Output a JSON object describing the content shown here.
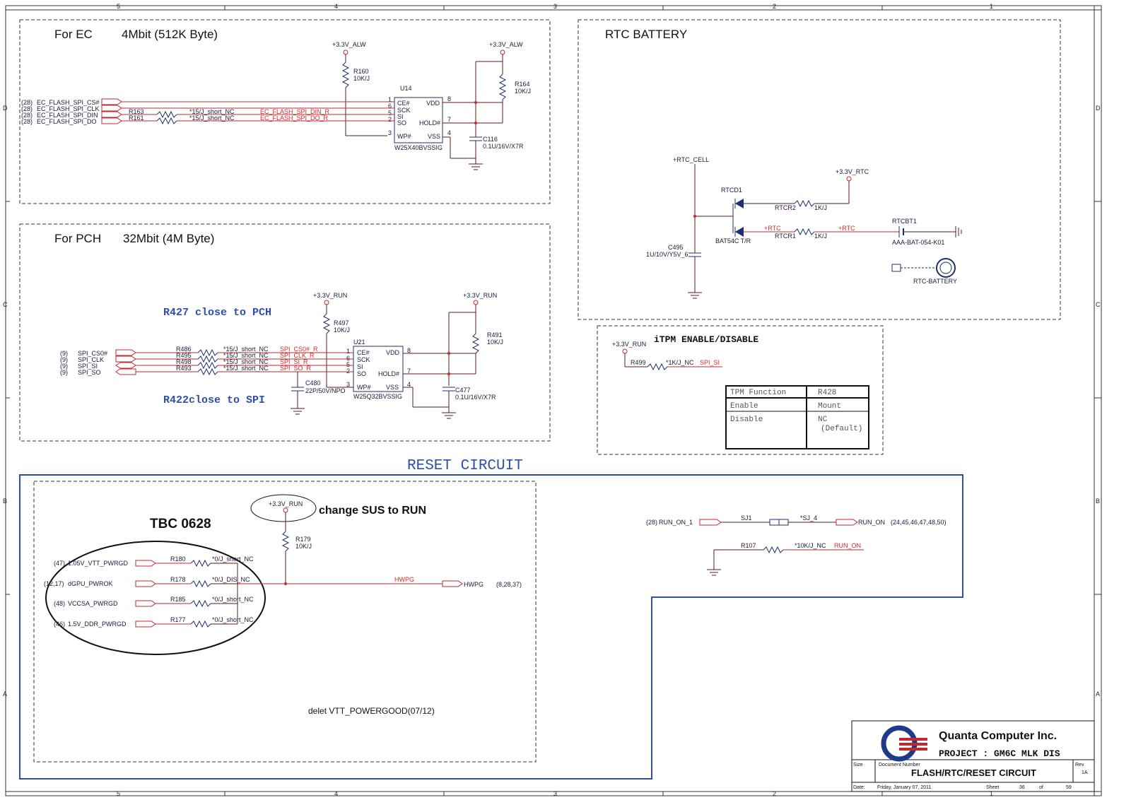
{
  "frame": {
    "zone_top": [
      "5",
      "4",
      "3",
      "2",
      "1"
    ],
    "zone_bottom": [
      "5",
      "4",
      "3",
      "2",
      "1"
    ],
    "zone_side": [
      "D",
      "C",
      "B",
      "A"
    ]
  },
  "ec_flash": {
    "title": "For EC",
    "size": "4Mbit (512K Byte)",
    "power1": "+3.3V_ALW",
    "power2": "+3.3V_ALW",
    "r160": "R160",
    "r160_val": "10K/J",
    "r164": "R164",
    "r164_val": "10K/J",
    "chip": "U14",
    "chip_part": "W25X40BVSSIG",
    "pins_left": [
      "CE#",
      "SCK",
      "SI",
      "SO",
      "WP#"
    ],
    "pins_right": [
      "VDD",
      "HOLD#",
      "VSS"
    ],
    "pin_nums_left": [
      "1",
      "6",
      "5",
      "2",
      "3"
    ],
    "pin_nums_right": [
      "8",
      "7",
      "4"
    ],
    "signals": [
      {
        "ref": "(28)",
        "name": "EC_FLASH_SPI_CS#"
      },
      {
        "ref": "(28)",
        "name": "EC_FLASH_SPI_CLK"
      },
      {
        "ref": "(28)",
        "name": "EC_FLASH_SPI_DIN"
      },
      {
        "ref": "(28)",
        "name": "EC_FLASH_SPI_DO"
      }
    ],
    "r163": "R163",
    "r161": "R161",
    "short1": "*15/J_short_NC",
    "short2": "*15/J_short_NC",
    "net_din": "EC_FLASH_SPI_DIN_R",
    "net_do": "EC_FLASH_SPI_DO_R",
    "cap": "C116",
    "cap_val": "0.1U/16V/X7R"
  },
  "pch_flash": {
    "title": "For PCH",
    "size": "32Mbit (4M Byte)",
    "note1": "R427 close to PCH",
    "note2": "R422close to SPI",
    "power1": "+3.3V_RUN",
    "power2": "+3.3V_RUN",
    "r497": "R497",
    "r497_val": "10K/J",
    "r491": "R491",
    "r491_val": "10K/J",
    "chip": "U21",
    "chip_part": "W25Q32BVSSIG",
    "pins_left": [
      "CE#",
      "SCK",
      "SI",
      "SO",
      "WP#"
    ],
    "pins_right": [
      "VDD",
      "HOLD#",
      "VSS"
    ],
    "pin_nums_left": [
      "1",
      "6",
      "5",
      "2",
      "3"
    ],
    "pin_nums_right": [
      "8",
      "7",
      "4"
    ],
    "signals": [
      {
        "ref": "(9)",
        "name": "SPI_CS0#",
        "res": "R486",
        "short": "*15/J_short_NC",
        "net": "SPI_CS0#_R"
      },
      {
        "ref": "(9)",
        "name": "SPI_CLK",
        "res": "R495",
        "short": "*15/J_short_NC",
        "net": "SPI_CLK_R"
      },
      {
        "ref": "(9)",
        "name": "SPI_SI",
        "res": "R498",
        "short": "*15/J_short_NC",
        "net": "SPI_SI_R"
      },
      {
        "ref": "(9)",
        "name": "SPI_SO",
        "res": "R493",
        "short": "*15/J_short_NC",
        "net": "SPI_SO_R"
      }
    ],
    "c480": "C480",
    "c480_val": "22P/50V/NPO",
    "c477": "C477",
    "c477_val": "0.1U/16V/X7R"
  },
  "rtc": {
    "title": "RTC BATTERY",
    "cell": "+RTC_CELL",
    "rtc_pwr": "+3.3V_RTC",
    "diode": "RTCD1",
    "diode_part": "BAT54C T/R",
    "rtcr2": "RTCR2",
    "rtcr2_val": "1K/J",
    "rtcr1": "RTCR1",
    "rtcr1_val": "1K/J",
    "net_rtc": "+RTC",
    "bat": "RTCBT1",
    "bat_part": "AAA-BAT-054-K01",
    "cap": "C495",
    "cap_val": "1U/10V/Y5V_6",
    "bat_label": "RTC-BATTERY"
  },
  "itpm": {
    "title": "iTPM ENABLE/DISABLE",
    "power": "+3.3V_RUN",
    "res": "R499",
    "res_val": "*1K/J_NC",
    "net": "SPI_SI",
    "table_headers": [
      "TPM Function",
      "R428"
    ],
    "table_rows": [
      [
        "Enable",
        "Mount"
      ],
      [
        "Disable",
        "NC"
      ]
    ],
    "default_note": "(Default)"
  },
  "reset": {
    "title": "RESET CIRCUIT",
    "tbc": "TBC 0628",
    "change_note": "change SUS to RUN",
    "power": "+3.3V_RUN",
    "r179": "R179",
    "r179_val": "10K/J",
    "inputs": [
      {
        "ref": "(47)",
        "name": "1.05V_VTT_PWRGD",
        "res": "R180",
        "val": "*0/J_short_NC"
      },
      {
        "ref": "(12,17)",
        "name": "dGPU_PWROK",
        "res": "R178",
        "val": "*0/J_DIS_NC"
      },
      {
        "ref": "(48)",
        "name": "VCCSA_PWRGD",
        "res": "R185",
        "val": "*0/J_short_NC"
      },
      {
        "ref": "(46)",
        "name": "1.5V_DDR_PWRGD",
        "res": "R177",
        "val": "*0/J_short_NC"
      }
    ],
    "net_hwpg": "HWPG",
    "out_hwpg": "HWPG",
    "out_refs": "(8,28,37)",
    "delete_note": "delet VTT_POWERGOOD(07/12)",
    "run_on_in_ref": "(28)",
    "run_on_in": "RUN_ON_1",
    "sj1": "SJ1",
    "sj_val": "*SJ_4",
    "run_on_out": "RUN_ON",
    "run_on_refs": "(24,45,46,47,48,50)",
    "r107": "R107",
    "r107_val": "*10K/J_NC",
    "r107_net": "RUN_ON"
  },
  "title_block": {
    "company": "Quanta Computer Inc.",
    "project": "PROJECT : GM6C MLK DIS",
    "size_label": "Size",
    "doc_label": "Document Number",
    "doc": "FLASH/RTC/RESET CIRCUIT",
    "rev_label": "Rev",
    "rev": "1A",
    "date_label": "Date:",
    "date": "Friday, January 07, 2011",
    "sheet_label": "Sheet",
    "sheet": "36",
    "of_label": "of",
    "total": "59"
  }
}
